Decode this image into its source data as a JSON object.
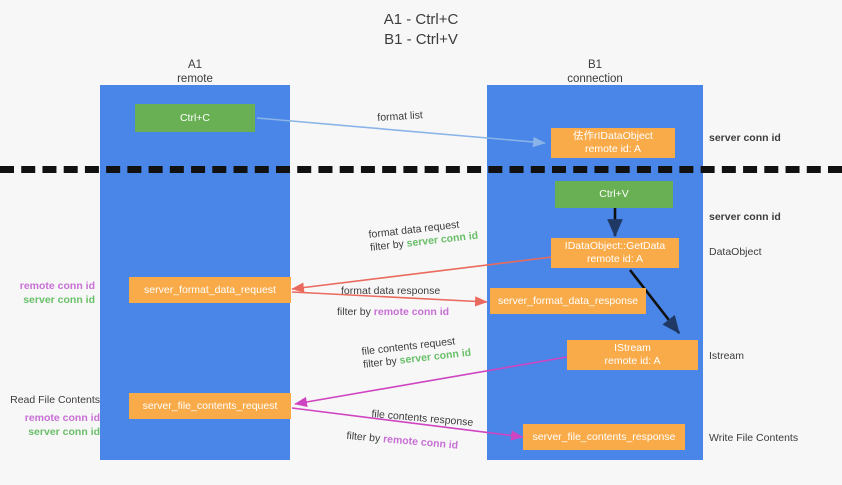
{
  "title": {
    "line1": "A1 - Ctrl+C",
    "line2": "B1 - Ctrl+V"
  },
  "columns": [
    {
      "name": "A1",
      "role": "remote"
    },
    {
      "name": "B1",
      "role": "connection"
    }
  ],
  "nodes": {
    "ctrl_c": {
      "label": "Ctrl+C"
    },
    "ctrl_v": {
      "label": "Ctrl+V"
    },
    "data_object_remote": {
      "line1": "佉作rIDataObject",
      "line2": "remote id: A"
    },
    "get_data": {
      "line1": "IDataObject::GetData",
      "line2": "remote id: A"
    },
    "istream": {
      "line1": "IStream",
      "line2": "remote id: A"
    },
    "format_data_request": {
      "label": "server_format_data_request"
    },
    "format_data_response": {
      "label": "server_format_data_response"
    },
    "file_contents_request": {
      "label": "server_file_contents_request"
    },
    "file_contents_response": {
      "label": "server_file_contents_response"
    }
  },
  "edge_labels": {
    "format_list": "format list",
    "format_data_request": {
      "line1": "format data request",
      "filter_prefix": "filter by ",
      "filter_key": "server conn id"
    },
    "format_data_response": {
      "line1": "format data response",
      "filter_prefix": "filter by ",
      "filter_key": "remote conn id"
    },
    "file_contents_request": {
      "line1": "file contents request",
      "filter_prefix": "filter by ",
      "filter_key": "server conn id"
    },
    "file_contents_response": {
      "line1": "file contents response",
      "filter_prefix": "filter by ",
      "filter_key": "remote conn id"
    }
  },
  "right_annotations": [
    {
      "text": "server conn id",
      "kind": "server"
    },
    {
      "text": "server conn id",
      "kind": "server"
    },
    {
      "text": "DataObject",
      "kind": "plain"
    },
    {
      "text": "Istream",
      "kind": "plain"
    },
    {
      "text": "Write File Contents",
      "kind": "plain"
    }
  ],
  "left_annotations": {
    "upper": {
      "remote": "remote conn id",
      "server": "server conn id"
    },
    "read_file_contents": "Read File Contents",
    "lower": {
      "remote": "remote conn id",
      "server": "server conn id"
    }
  },
  "colors": {
    "lane": "#4a86e8",
    "node_green": "#69b054",
    "node_orange": "#f9ab4a",
    "server_conn_id": "#6abf69",
    "remote_conn_id": "#c76fd4",
    "arrow_blue": "#8ab4e8",
    "arrow_red": "#ea6a5e",
    "arrow_magenta": "#cf44c0",
    "arrow_navy": "#1f3864",
    "background": "#f7f7f7",
    "divider": "#111111"
  }
}
